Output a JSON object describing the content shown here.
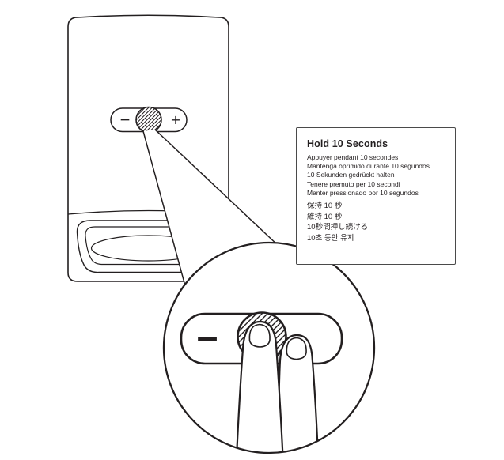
{
  "illustration": {
    "device": {
      "panel": {
        "minus_label": "−",
        "plus_label": "+"
      }
    },
    "magnifier": {
      "minus_label": "−"
    }
  },
  "instruction_panel": {
    "title": "Hold 10 Seconds",
    "translations": [
      "Appuyer pendant 10 secondes",
      "Mantenga oprimido durante 10 segundos",
      "10 Sekunden gedrückt halten",
      "Tenere premuto per 10 secondi",
      "Manter pressionado por 10 segundos",
      "保持 10 秒",
      "維持 10 秒",
      "10秒間押し続ける",
      "10초 동안 유지"
    ]
  },
  "colors": {
    "line": "#231f20",
    "background": "#ffffff"
  }
}
